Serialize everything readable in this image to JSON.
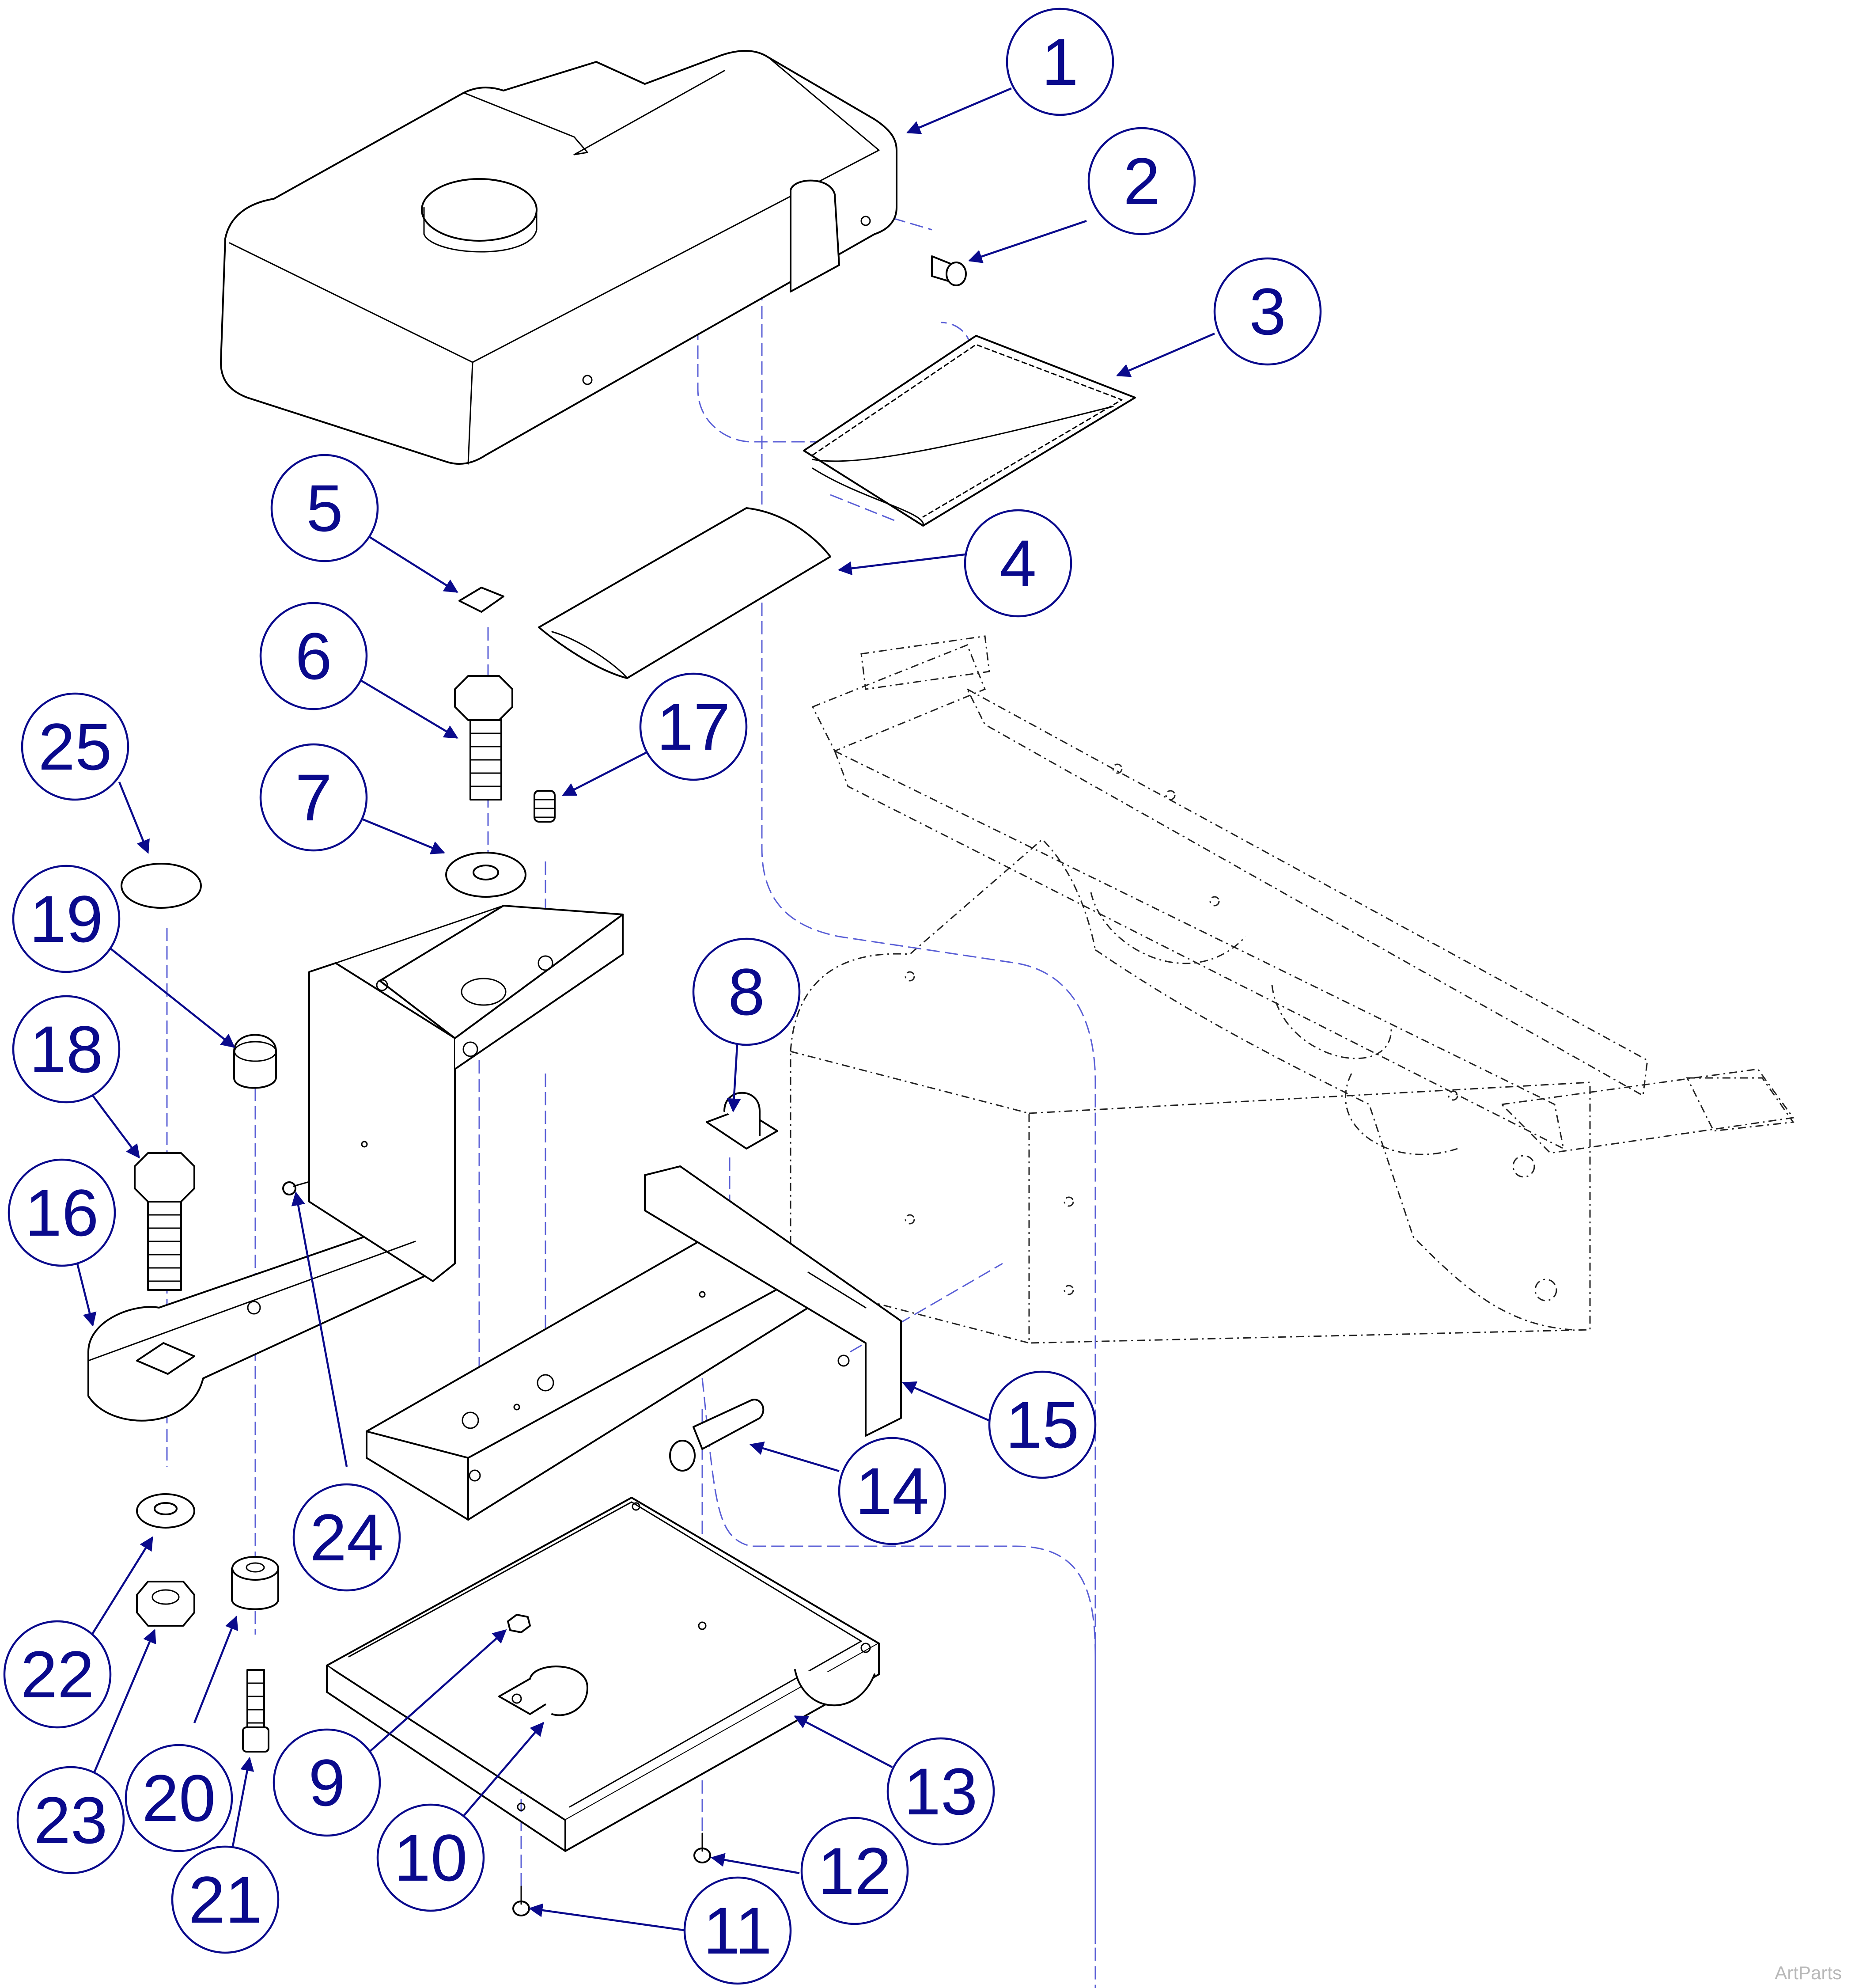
{
  "diagram": {
    "callouts": [
      "1",
      "2",
      "3",
      "4",
      "5",
      "6",
      "7",
      "8",
      "9",
      "10",
      "11",
      "12",
      "13",
      "14",
      "15",
      "16",
      "17",
      "18",
      "19",
      "20",
      "21",
      "22",
      "23",
      "24",
      "25"
    ],
    "watermark": "ArtParts",
    "colors": {
      "callout": "#0a0a8c",
      "assembly_line": "#5a5fd6",
      "linework": "#000000",
      "watermark": "#b8b8b8"
    }
  }
}
